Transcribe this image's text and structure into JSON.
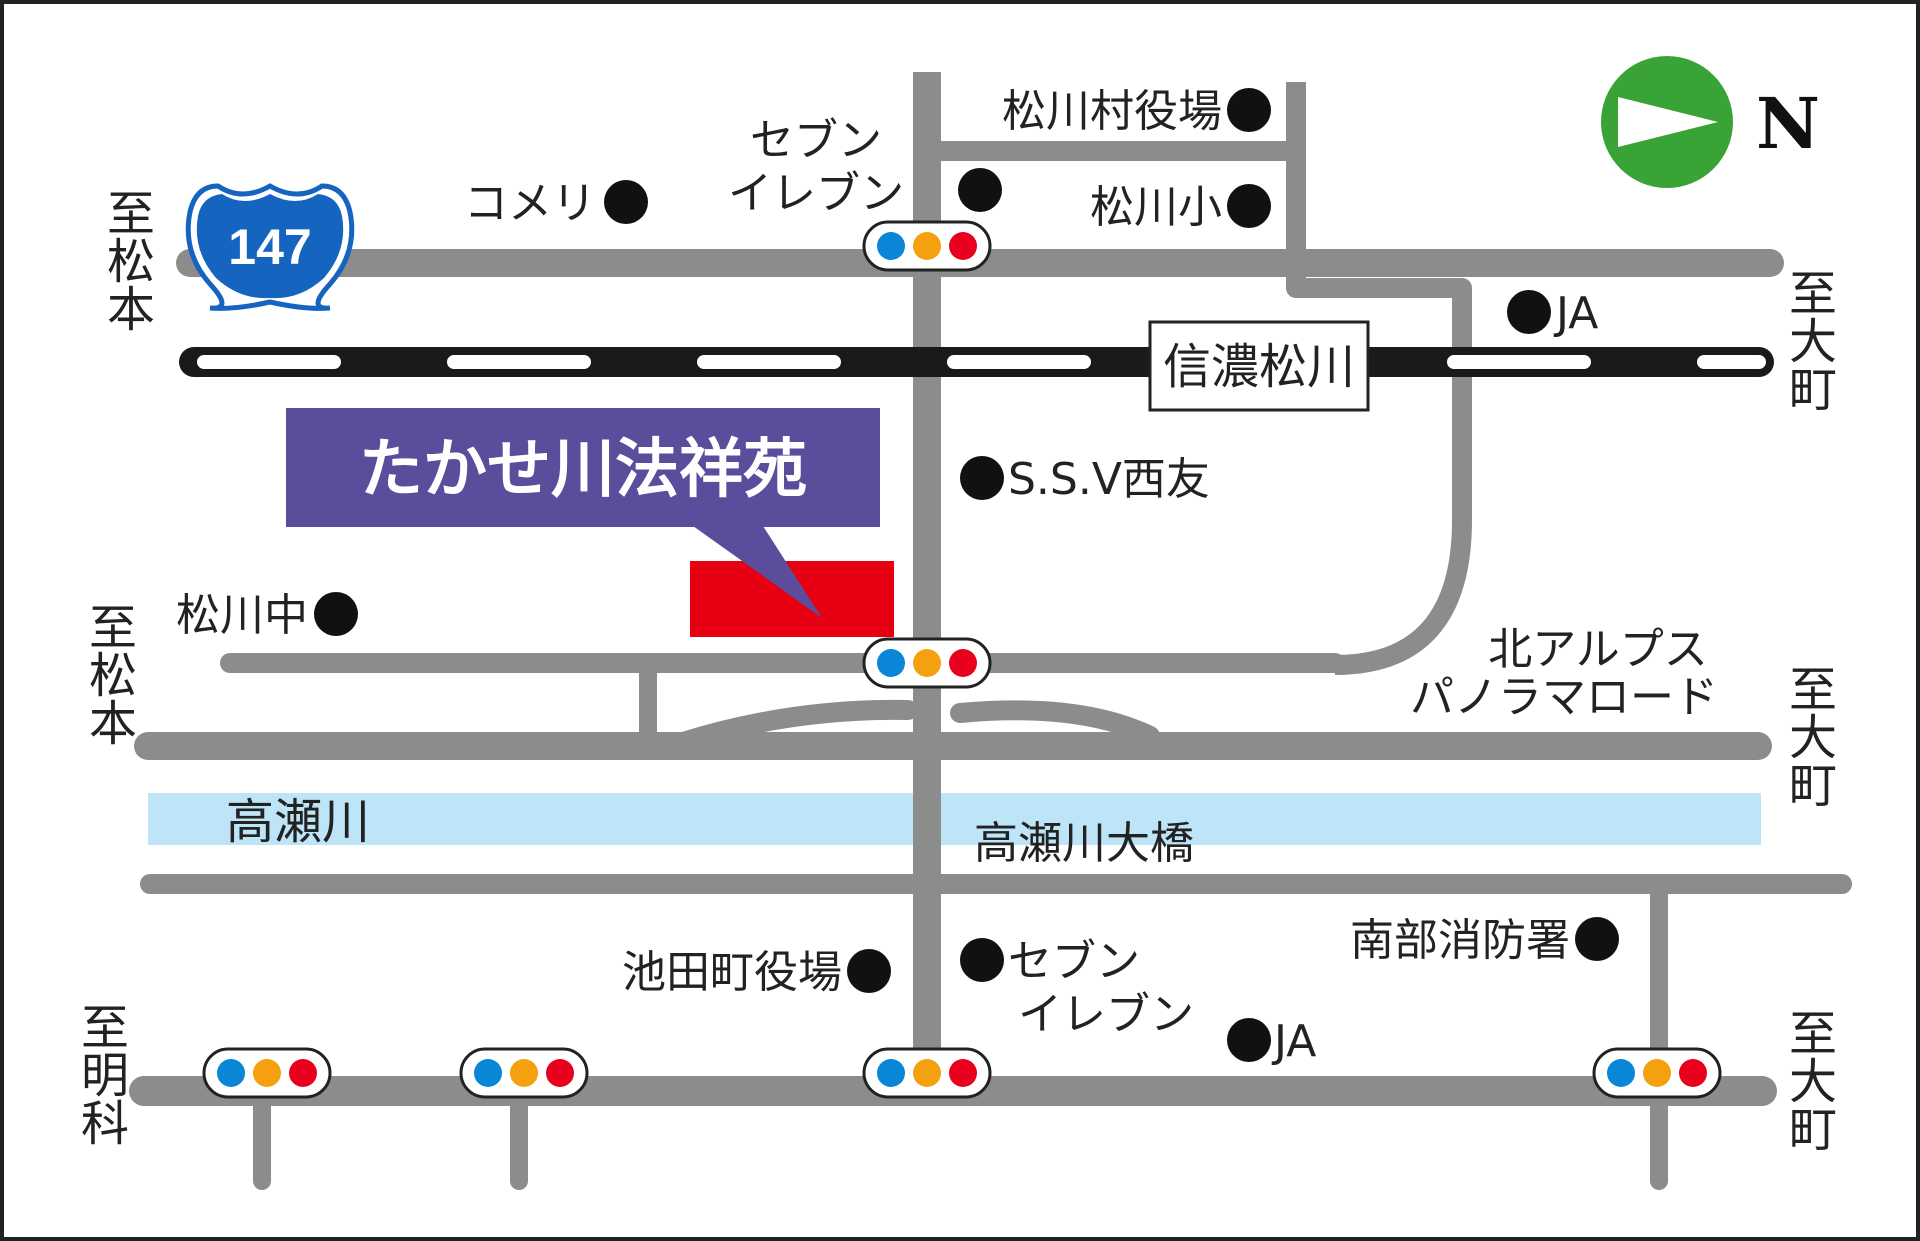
{
  "map": {
    "title": "たかせ川法祥苑",
    "north": "N",
    "route_number": "147",
    "station": "信濃松川",
    "rivers": {
      "river": "高瀬川",
      "bridge": "高瀬川大橋"
    },
    "roads": {
      "panorama": [
        "北アルプス",
        "パノラマロード"
      ]
    },
    "landmarks": {
      "matsukawa_village_office": "松川村役場",
      "komeri": "コメリ",
      "seven_eleven_north": [
        "セブン",
        "イレブン"
      ],
      "matsukawa_elementary": "松川小",
      "ja_north": "JA",
      "ssv_nishitomo": "S.S.V西友",
      "matsukawa_junior_high": "松川中",
      "ikeda_town_office": "池田町役場",
      "seven_eleven_south": [
        "セブン",
        "イレブン"
      ],
      "ja_south": "JA",
      "nambu_fire_station": "南部消防署"
    },
    "destinations": {
      "left_top": "至松本",
      "left_middle": "至松本",
      "left_bottom": "至明科",
      "right_top": "至大町",
      "right_middle": "至大町",
      "right_bottom": "至大町"
    },
    "colors": {
      "road": "#8c8c8c",
      "railway": "#1a1a1a",
      "river": "#bde4f7",
      "target": "#e60012",
      "title_bg": "#5b4d9c",
      "route_badge": "#1565c0",
      "north_marker": "#3aa335",
      "signal_blue": "#0a86d6",
      "signal_yellow": "#f5a00f",
      "signal_red": "#e8001c"
    }
  }
}
